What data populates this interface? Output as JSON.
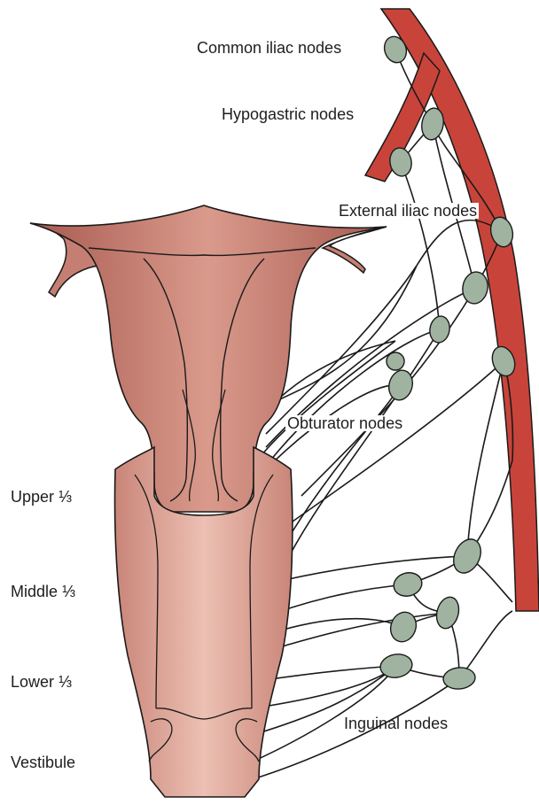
{
  "labels": {
    "common_iliac": "Common iliac nodes",
    "hypogastric": "Hypogastric nodes",
    "external_iliac": "External iliac nodes",
    "obturator": "Obturator nodes",
    "inguinal": "Inguinal nodes",
    "upper_third": "Upper ⅓",
    "middle_third": "Middle ⅓",
    "lower_third": "Lower ⅓",
    "vestibule": "Vestibule"
  },
  "colors": {
    "artery": "#c8443a",
    "uterus": "#c57f72",
    "vagina": "#d9a093",
    "node": "#9fb3a0",
    "outline": "#1a1a1a"
  }
}
